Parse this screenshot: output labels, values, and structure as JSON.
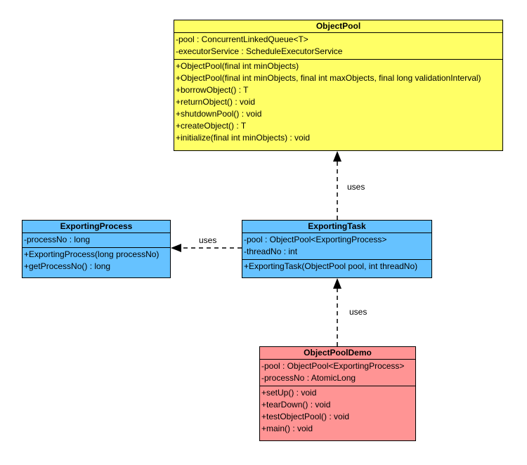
{
  "classes": {
    "object_pool": {
      "name": "ObjectPool",
      "color": "#ffff66",
      "attributes": [
        "-pool : ConcurrentLinkedQueue<T>",
        "-executorService : ScheduleExecutorService"
      ],
      "operations": [
        "+ObjectPool(final int minObjects)",
        "+ObjectPool(final int minObjects, final int maxObjects, final long validationInterval)",
        "+borrowObject() : T",
        "+returnObject() : void",
        "+shutdownPool() : void",
        "+createObject() : T",
        "+initialize(final int minObjects) : void"
      ]
    },
    "exporting_process": {
      "name": "ExportingProcess",
      "color": "#66c2ff",
      "attributes": [
        "-processNo : long"
      ],
      "operations": [
        "+ExportingProcess(long processNo)",
        "+getProcessNo() : long"
      ]
    },
    "exporting_task": {
      "name": "ExportingTask",
      "color": "#66c2ff",
      "attributes": [
        "-pool : ObjectPool<ExportingProcess>",
        "-threadNo : int"
      ],
      "operations": [
        "+ExportingTask(ObjectPool pool, int threadNo)"
      ]
    },
    "object_pool_demo": {
      "name": "ObjectPoolDemo",
      "color": "#ff9494",
      "attributes": [
        "-pool : ObjectPool<ExportingProcess>",
        "-processNo : AtomicLong"
      ],
      "operations": [
        "+setUp() : void",
        "+tearDown() : void",
        "+testObjectPool() : void",
        "+main() : void"
      ]
    }
  },
  "relations": {
    "task_to_pool": {
      "label": "uses"
    },
    "task_to_process": {
      "label": "uses"
    },
    "demo_to_task": {
      "label": "uses"
    }
  }
}
